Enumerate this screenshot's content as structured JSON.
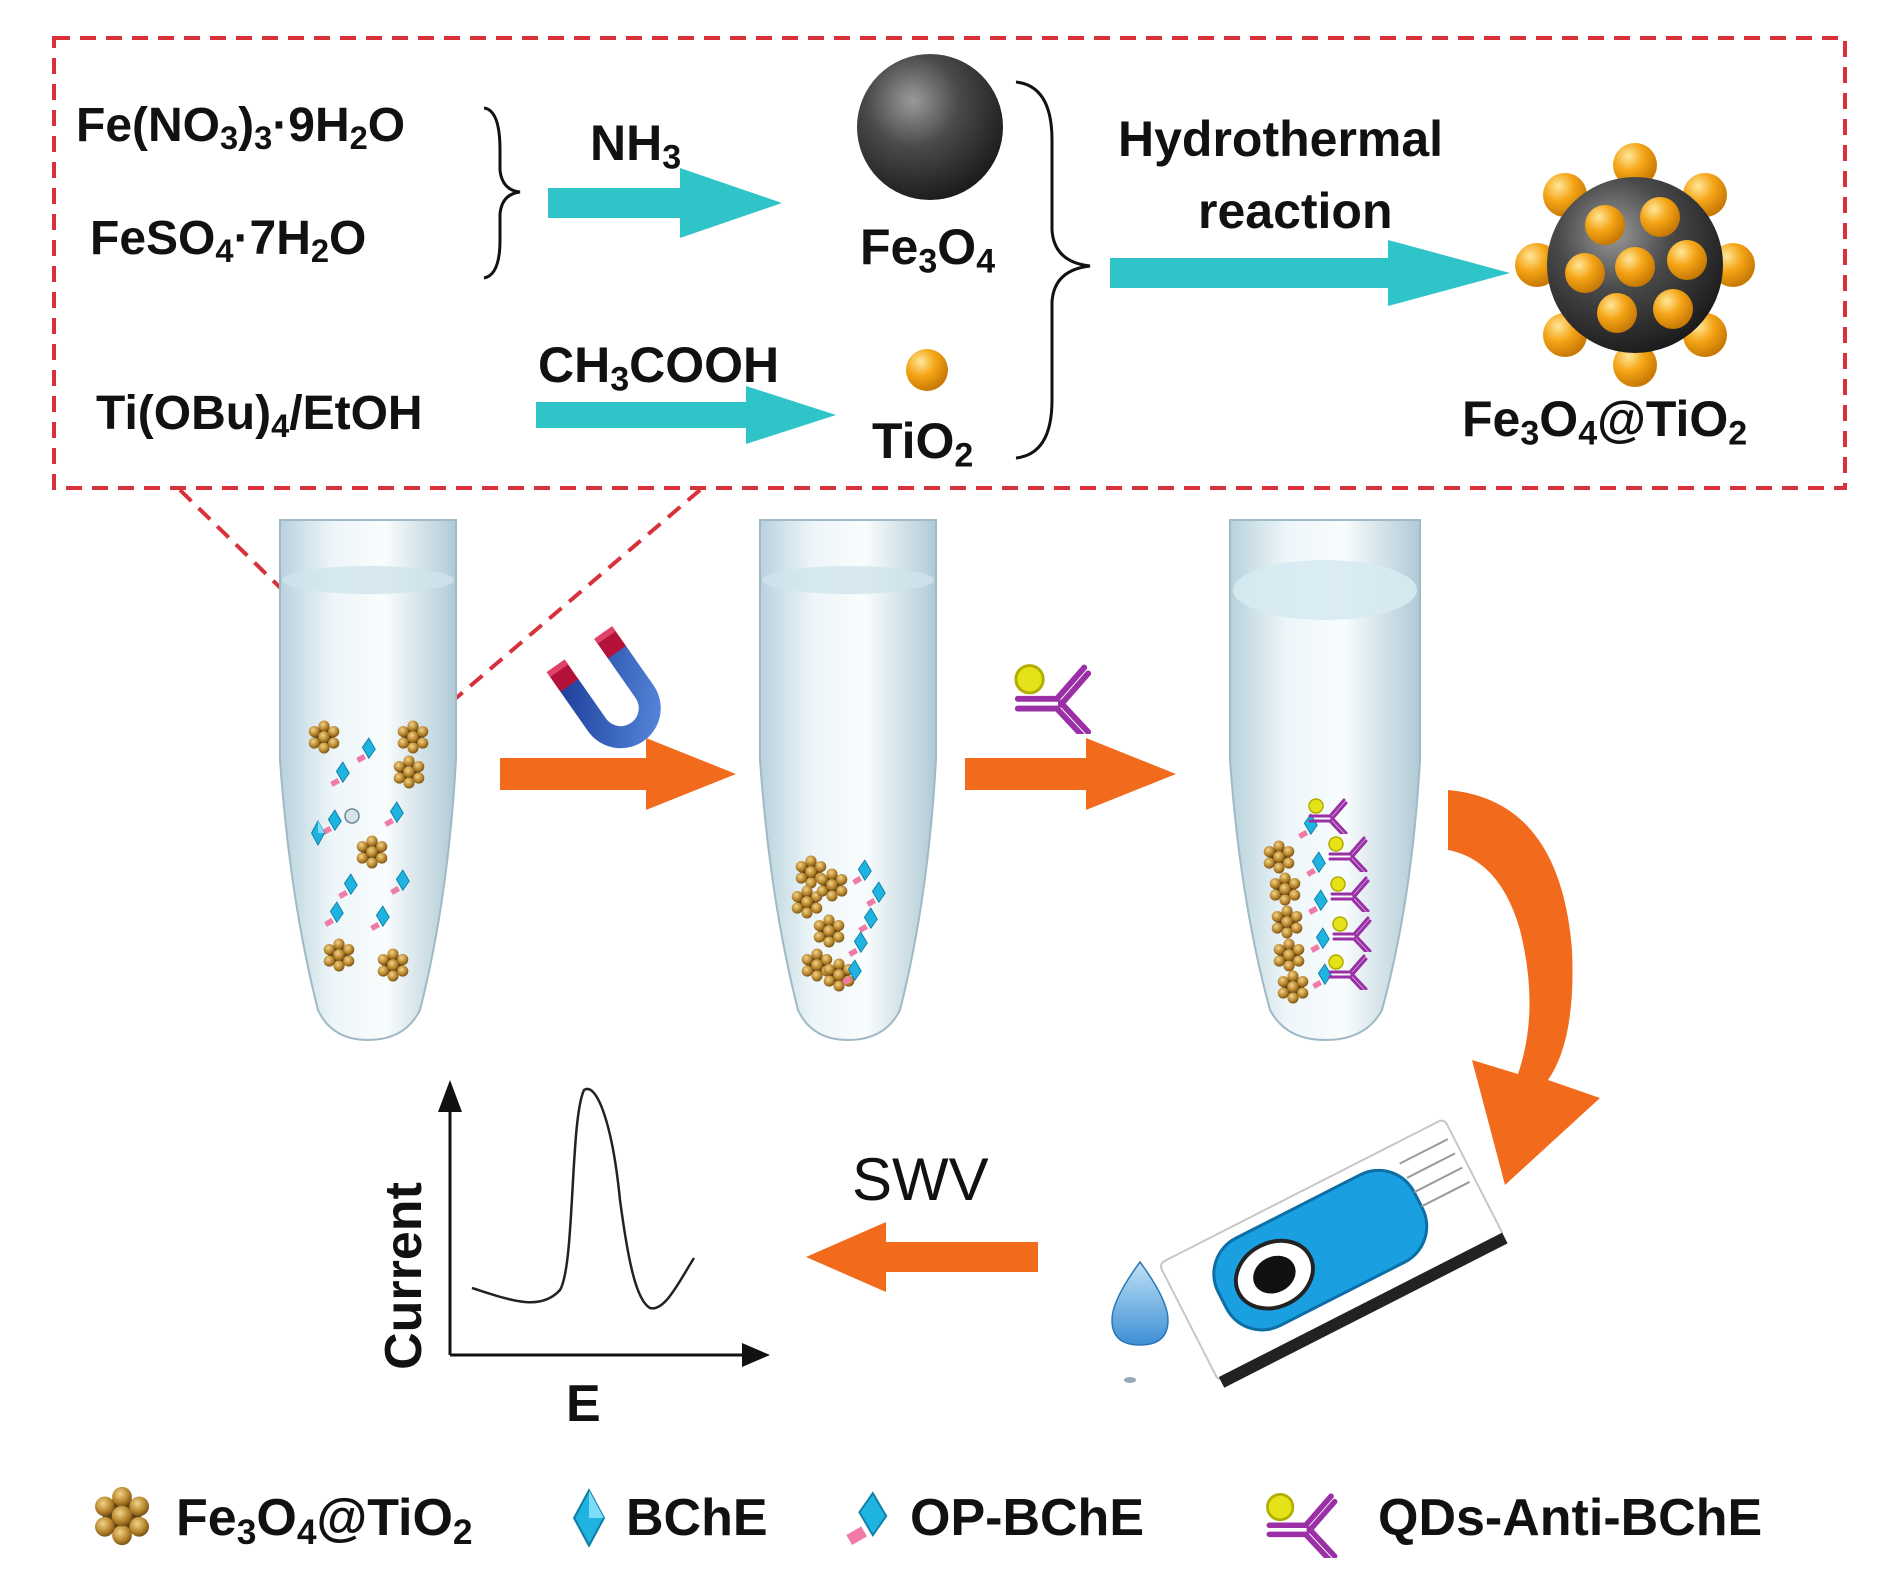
{
  "synthesis": {
    "precursors": [
      {
        "main": "Fe(NO",
        "sub1": "3",
        "mid": ")",
        "sub2": "3",
        "tail": "·9H",
        "sub3": "2",
        "end": "O"
      },
      {
        "main": "FeSO",
        "sub1": "4",
        "mid": "·7H",
        "sub2": "2",
        "tail": "O"
      },
      {
        "main": "Ti(OBu)",
        "sub1": "4",
        "mid": "/EtOH"
      }
    ],
    "reagent_nh3": {
      "main": "NH",
      "sub": "3"
    },
    "reagent_acetic": {
      "main": "CH",
      "sub": "3",
      "tail": "COOH"
    },
    "product_fe3o4": {
      "a": "Fe",
      "s1": "3",
      "b": "O",
      "s2": "4"
    },
    "product_tio2": {
      "a": "TiO",
      "s1": "2"
    },
    "hydrothermal_line1": "Hydrothermal",
    "hydrothermal_line2": "reaction",
    "composite": {
      "a": "Fe",
      "s1": "3",
      "b": "O",
      "s2": "4",
      "c": "@TiO",
      "s3": "2"
    }
  },
  "measurement": {
    "technique": "SWV",
    "y_axis_label": "Current",
    "x_axis_label": "E"
  },
  "legend": {
    "item1": {
      "a": "Fe",
      "s1": "3",
      "b": "O",
      "s2": "4",
      "c": "@TiO",
      "s3": "2"
    },
    "item2": "BChE",
    "item3": "OP-BChE",
    "item4": "QDs-Anti-BChE"
  },
  "colors": {
    "dashed_box": "#d9313a",
    "cyan_arrow": "#2ec4c8",
    "orange_arrow": "#f26a1b",
    "fe3o4_sphere": "#3a3a3a",
    "tio2_particle": "#f5a516",
    "bche_blue": "#1fb3e0",
    "antibody_purple": "#9b2fa6",
    "quantum_dot": "#e6e21a"
  },
  "icons": [
    "magnet-icon",
    "antibody-icon",
    "electrode-strip-icon",
    "droplet-icon",
    "curved-arrow-icon"
  ]
}
